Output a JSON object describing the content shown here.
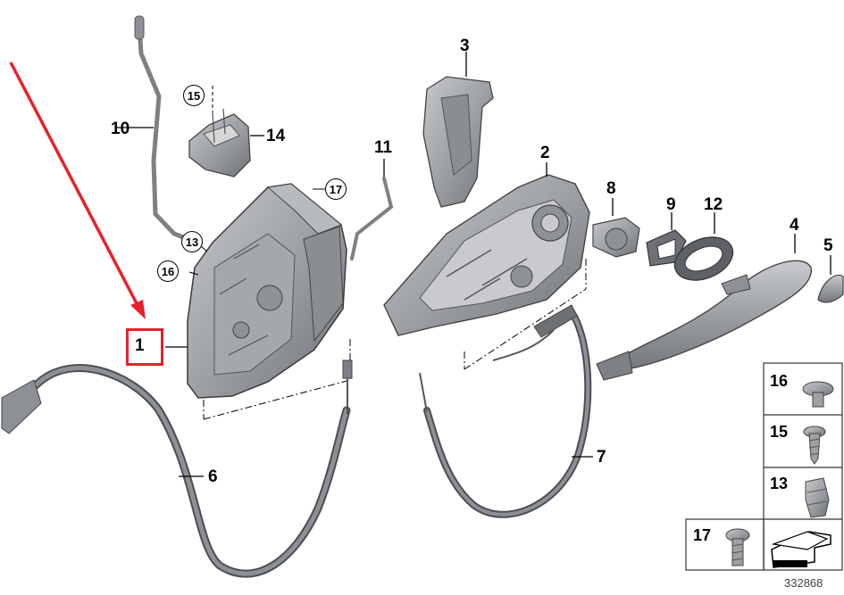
{
  "diagram": {
    "callouts": {
      "c1": "1",
      "c2": "2",
      "c3": "3",
      "c4": "4",
      "c5": "5",
      "c6": "6",
      "c7": "7",
      "c8": "8",
      "c9": "9",
      "c10": "10",
      "c11": "11",
      "c12": "12",
      "c14": "14"
    },
    "circled": {
      "c13": "13",
      "c15": "15",
      "c16": "16",
      "c17": "17"
    },
    "legend": {
      "l16": "16",
      "l15": "15",
      "l13": "13",
      "l17": "17"
    },
    "highlighted_part": "1",
    "diagram_number": "332868",
    "colors": {
      "arrow": "#e8202a",
      "highlight": "#e8202a",
      "part_fill": "#9a9da1",
      "part_dark": "#6d7075",
      "outline": "#3a3a3a"
    }
  }
}
